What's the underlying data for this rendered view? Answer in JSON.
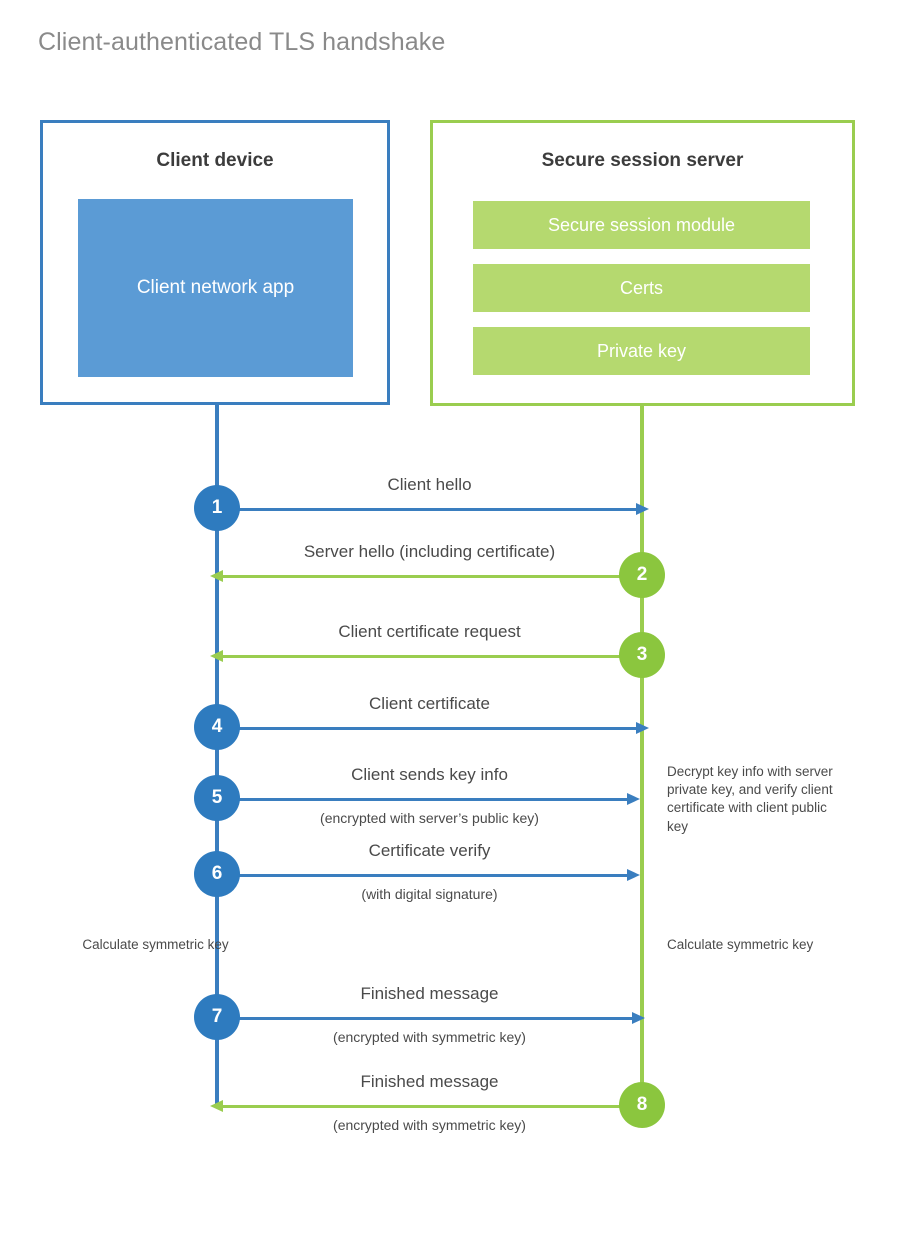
{
  "title": "Client-authenticated TLS handshake",
  "colors": {
    "client_border": "#3a7ebf",
    "client_fill": "#5b9bd5",
    "client_circle": "#2e7bbf",
    "server_border": "#9acd4f",
    "server_fill": "#b5d96f",
    "server_circle": "#8bc63e",
    "text": "#4a4a4a",
    "title_text": "#8a8a8a",
    "background": "#ffffff"
  },
  "actors": {
    "client": {
      "title": "Client device",
      "app_label": "Client network app"
    },
    "server": {
      "title": "Secure session server",
      "components": [
        "Secure session module",
        "Certs",
        "Private key"
      ]
    }
  },
  "steps": [
    {
      "number": "1",
      "label": "Client hello",
      "sublabel": "",
      "direction": "right",
      "side": "client"
    },
    {
      "number": "2",
      "label": "Server hello (including certificate)",
      "sublabel": "",
      "direction": "left",
      "side": "server"
    },
    {
      "number": "3",
      "label": "Client certificate request",
      "sublabel": "",
      "direction": "left",
      "side": "server"
    },
    {
      "number": "4",
      "label": "Client certificate",
      "sublabel": "",
      "direction": "right",
      "side": "client"
    },
    {
      "number": "5",
      "label": "Client sends key info",
      "sublabel": "(encrypted with server’s public key)",
      "direction": "right",
      "side": "client"
    },
    {
      "number": "6",
      "label": "Certificate verify",
      "sublabel": "(with digital signature)",
      "direction": "right",
      "side": "client"
    },
    {
      "number": "7",
      "label": "Finished message",
      "sublabel": "(encrypted with symmetric key)",
      "direction": "right",
      "side": "client"
    },
    {
      "number": "8",
      "label": "Finished message",
      "sublabel": "(encrypted with symmetric key)",
      "direction": "left",
      "side": "server"
    }
  ],
  "notes": {
    "server_decrypt": "Decrypt key info with server private key, and verify client certificate with client public key",
    "client_calculate": "Calculate symmetric key",
    "server_calculate": "Calculate symmetric key"
  }
}
